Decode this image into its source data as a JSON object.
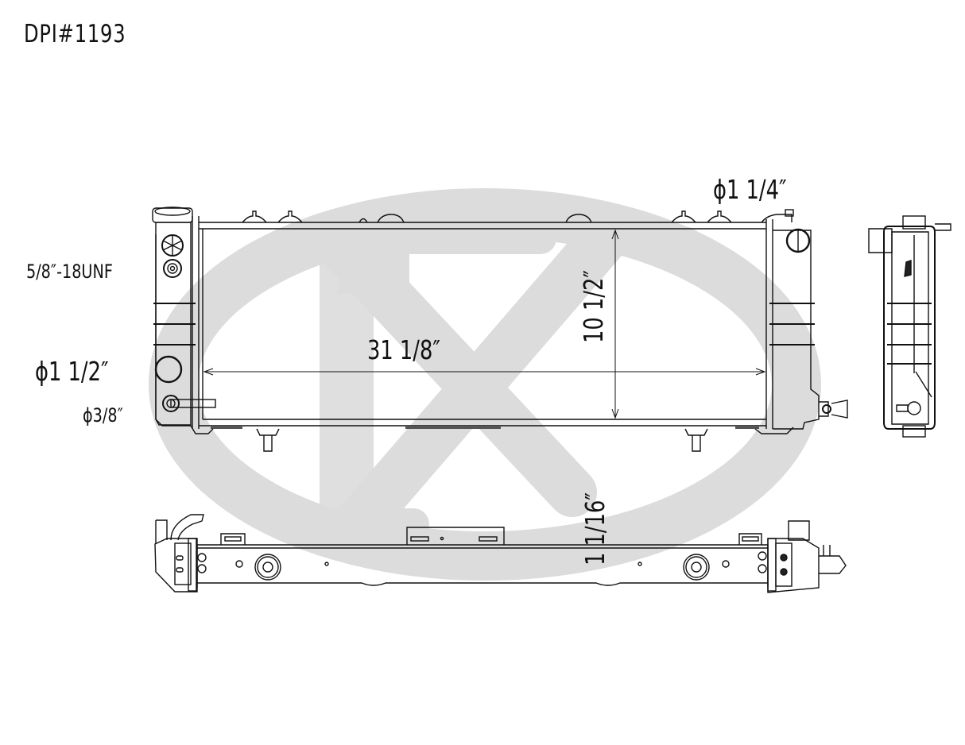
{
  "drawing": {
    "title": "DPI#1193",
    "watermark_color": "#dcdcdc",
    "line_color": "#111111"
  },
  "dimensions": {
    "inlet_diameter": "ϕ1 1/4″",
    "filler_thread": "5/8″-18UNF",
    "outlet_diameter": "ϕ1 1/2″",
    "transmission_cooler": "ϕ3/8″",
    "core_width": "31 1/8″",
    "core_height": "10 1/2″",
    "core_depth": "1 1/16″"
  },
  "views": {
    "front": "front-view",
    "side": "side-view",
    "bottom": "bottom-view"
  }
}
